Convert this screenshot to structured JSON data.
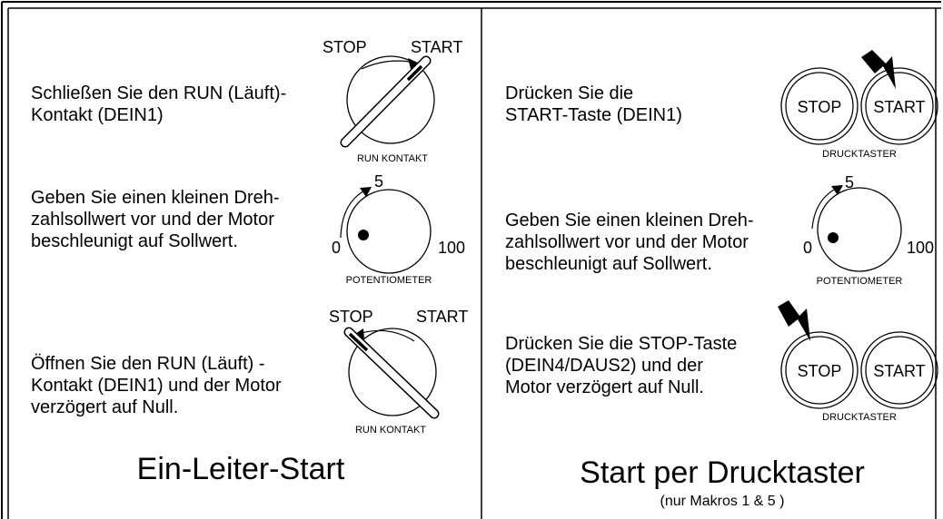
{
  "left": {
    "step1_text": "Schließen Sie den RUN (Läuft)-\nKontakt (DEIN1)",
    "step2_text": "Geben Sie einen kleinen Dreh-\nzahlsollwert vor und der Motor\nbeschleunigt auf Sollwert.",
    "step3_text": "Öffnen Sie den RUN (Läuft) -\nKontakt (DEIN1) und der Motor\nverzögert auf Null.",
    "title": "Ein-Leiter-Start"
  },
  "right": {
    "step1_text": "Drücken Sie die\nSTART-Taste (DEIN1)",
    "step2_text": "Geben Sie einen kleinen Dreh-\nzahlsollwert vor und der Motor\nbeschleunigt auf Sollwert.",
    "step3_text": "Drücken Sie die STOP-Taste\n(DEIN4/DAUS2) und der\nMotor verzögert auf Null.",
    "title": "Start per Drucktaster",
    "subtitle": "(nur Makros 1 & 5 )"
  },
  "labels": {
    "stop": "STOP",
    "start": "START",
    "run_contact": "RUN KONTAKT",
    "potentiometer": "POTENTIOMETER",
    "pot_min": "0",
    "pot_max": "100",
    "pot_mark": "5",
    "pushbutton": "DRUCKTASTER"
  }
}
